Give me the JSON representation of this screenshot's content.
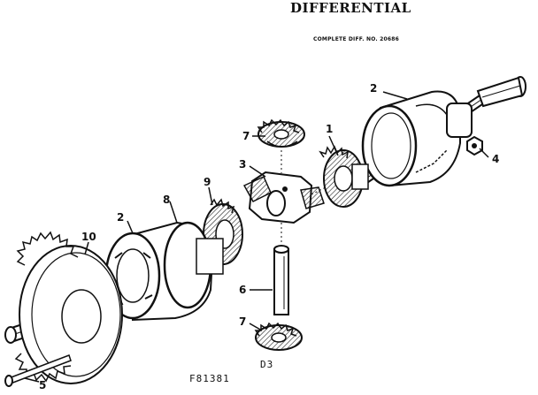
{
  "header": {
    "title": "DIFFERENTIAL",
    "subtitle": "COMPLETE DIFF. NO. 20686"
  },
  "footer": {
    "figure_code": "F81381",
    "view_code": "D3"
  },
  "callouts": {
    "c1": "1",
    "c2_right": "2",
    "c2_left": "2",
    "c3": "3",
    "c4": "4",
    "c5": "5",
    "c6": "6",
    "c7_top": "7",
    "c7_bottom": "7",
    "c8": "8",
    "c9": "9",
    "c10": "10"
  }
}
